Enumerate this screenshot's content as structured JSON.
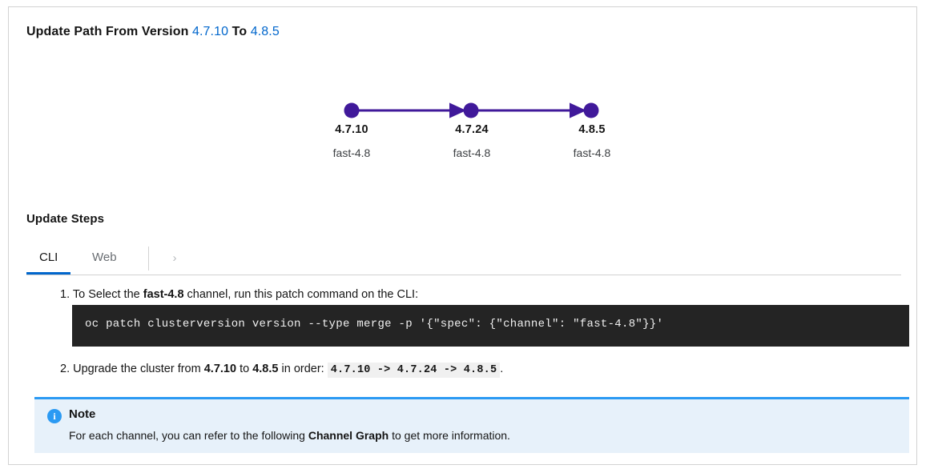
{
  "path_header": {
    "prefix": "Update Path From Version",
    "from_version": "4.7.10",
    "to_word": "To",
    "to_version": "4.8.5"
  },
  "graph": {
    "node_color": "#40199a",
    "edge_color": "#40199a",
    "nodes": [
      {
        "version": "4.7.10",
        "channel": "fast-4.8"
      },
      {
        "version": "4.7.24",
        "channel": "fast-4.8"
      },
      {
        "version": "4.8.5",
        "channel": "fast-4.8"
      }
    ]
  },
  "update_steps": {
    "heading": "Update Steps",
    "tabs": [
      {
        "label": "CLI",
        "active": true
      },
      {
        "label": "Web",
        "active": false
      }
    ],
    "overflow_icon": "›",
    "steps": [
      {
        "number": "1.",
        "text_before": "To Select the",
        "bold": "fast-4.8",
        "text_after": "channel, run this patch command on the CLI:",
        "code": "oc patch clusterversion version --type merge -p '{\"spec\": {\"channel\": \"fast-4.8\"}}'"
      },
      {
        "number": "2.",
        "text_before": "Upgrade the cluster from",
        "bold_from": "4.7.10",
        "text_mid": "to",
        "bold_to": "4.8.5",
        "text_after": "in order:",
        "inline_code": "4.7.10 -> 4.7.24 -> 4.8.5",
        "trailing": "."
      }
    ]
  },
  "note": {
    "icon": "i",
    "title": "Note",
    "text_before": "For each channel, you can refer to the following",
    "bold": "Channel Graph",
    "text_after": "to get more information.",
    "accent_color": "#2b9af3",
    "background_color": "#e7f1fa"
  }
}
